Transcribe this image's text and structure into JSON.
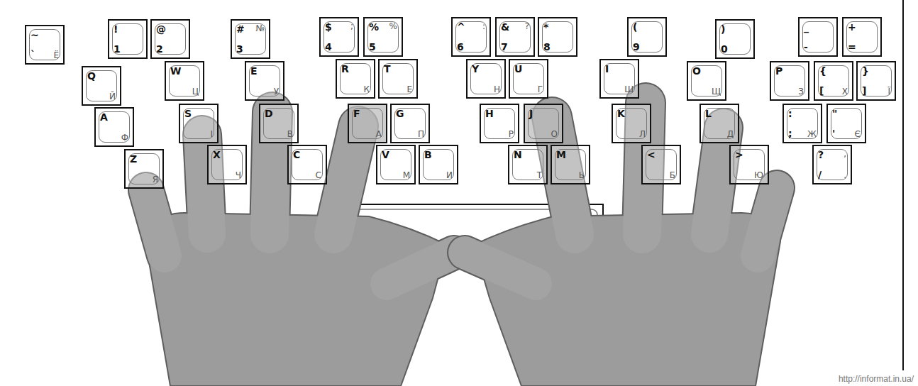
{
  "diagram": {
    "nodes": [
      {
        "text": [
          "~",
          "`",
          "Ё"
        ]
      },
      {
        "text": [
          "!",
          "1"
        ]
      },
      {
        "text": [
          "@",
          "2"
        ]
      },
      {
        "text": [
          "#",
          "№",
          "3"
        ]
      },
      {
        "text": [
          "$",
          ";",
          "4"
        ]
      },
      {
        "text": [
          "%",
          "%",
          "5"
        ]
      },
      {
        "text": [
          "^",
          ":",
          "6"
        ]
      },
      {
        "text": [
          "&",
          "?",
          "7"
        ]
      },
      {
        "text": [
          "*",
          "8"
        ]
      },
      {
        "text": [
          "(",
          "9"
        ]
      },
      {
        "text": [
          ")",
          "0"
        ]
      },
      {
        "text": [
          "_",
          "-"
        ]
      },
      {
        "text": [
          "+",
          "="
        ]
      },
      {
        "text": [
          "Q",
          "Й"
        ]
      },
      {
        "text": [
          "W",
          "Ц"
        ]
      },
      {
        "text": [
          "E",
          "У"
        ]
      },
      {
        "text": [
          "R",
          "К"
        ]
      },
      {
        "text": [
          "T",
          "Е"
        ]
      },
      {
        "text": [
          "Y",
          "Н"
        ]
      },
      {
        "text": [
          "U",
          "Г"
        ]
      },
      {
        "text": [
          "I",
          "Ш"
        ]
      },
      {
        "text": [
          "O",
          "Щ"
        ]
      },
      {
        "text": [
          "P",
          "З"
        ]
      },
      {
        "text": [
          "{",
          "[",
          "Х"
        ]
      },
      {
        "text": [
          "}",
          "]",
          "Ї"
        ]
      },
      {
        "text": [
          "A",
          "Ф"
        ]
      },
      {
        "text": [
          "S",
          "І"
        ]
      },
      {
        "text": [
          "D",
          "В"
        ]
      },
      {
        "text": [
          "F",
          "А"
        ]
      },
      {
        "text": [
          "G",
          "П"
        ]
      },
      {
        "text": [
          "H",
          "Р"
        ]
      },
      {
        "text": [
          "J",
          "О"
        ]
      },
      {
        "text": [
          "K",
          "Л"
        ]
      },
      {
        "text": [
          "L",
          "Д"
        ]
      },
      {
        "text": [
          ":",
          ";",
          "Ж"
        ]
      },
      {
        "text": [
          "\"",
          "'",
          "Є"
        ]
      },
      {
        "text": [
          "Z",
          "Я"
        ]
      },
      {
        "text": [
          "X",
          "Ч"
        ]
      },
      {
        "text": [
          "C",
          "С"
        ]
      },
      {
        "text": [
          "V",
          "М"
        ]
      },
      {
        "text": [
          "B",
          "И"
        ]
      },
      {
        "text": [
          "N",
          "Т"
        ]
      },
      {
        "text": [
          "M",
          "Ь"
        ]
      },
      {
        "text": [
          "<",
          "Б"
        ]
      },
      {
        "text": [
          ">",
          "Ю"
        ]
      },
      {
        "text": [
          "?",
          ",",
          "/",
          "."
        ]
      }
    ],
    "labels": [
      "http://informat.in.ua/"
    ]
  }
}
